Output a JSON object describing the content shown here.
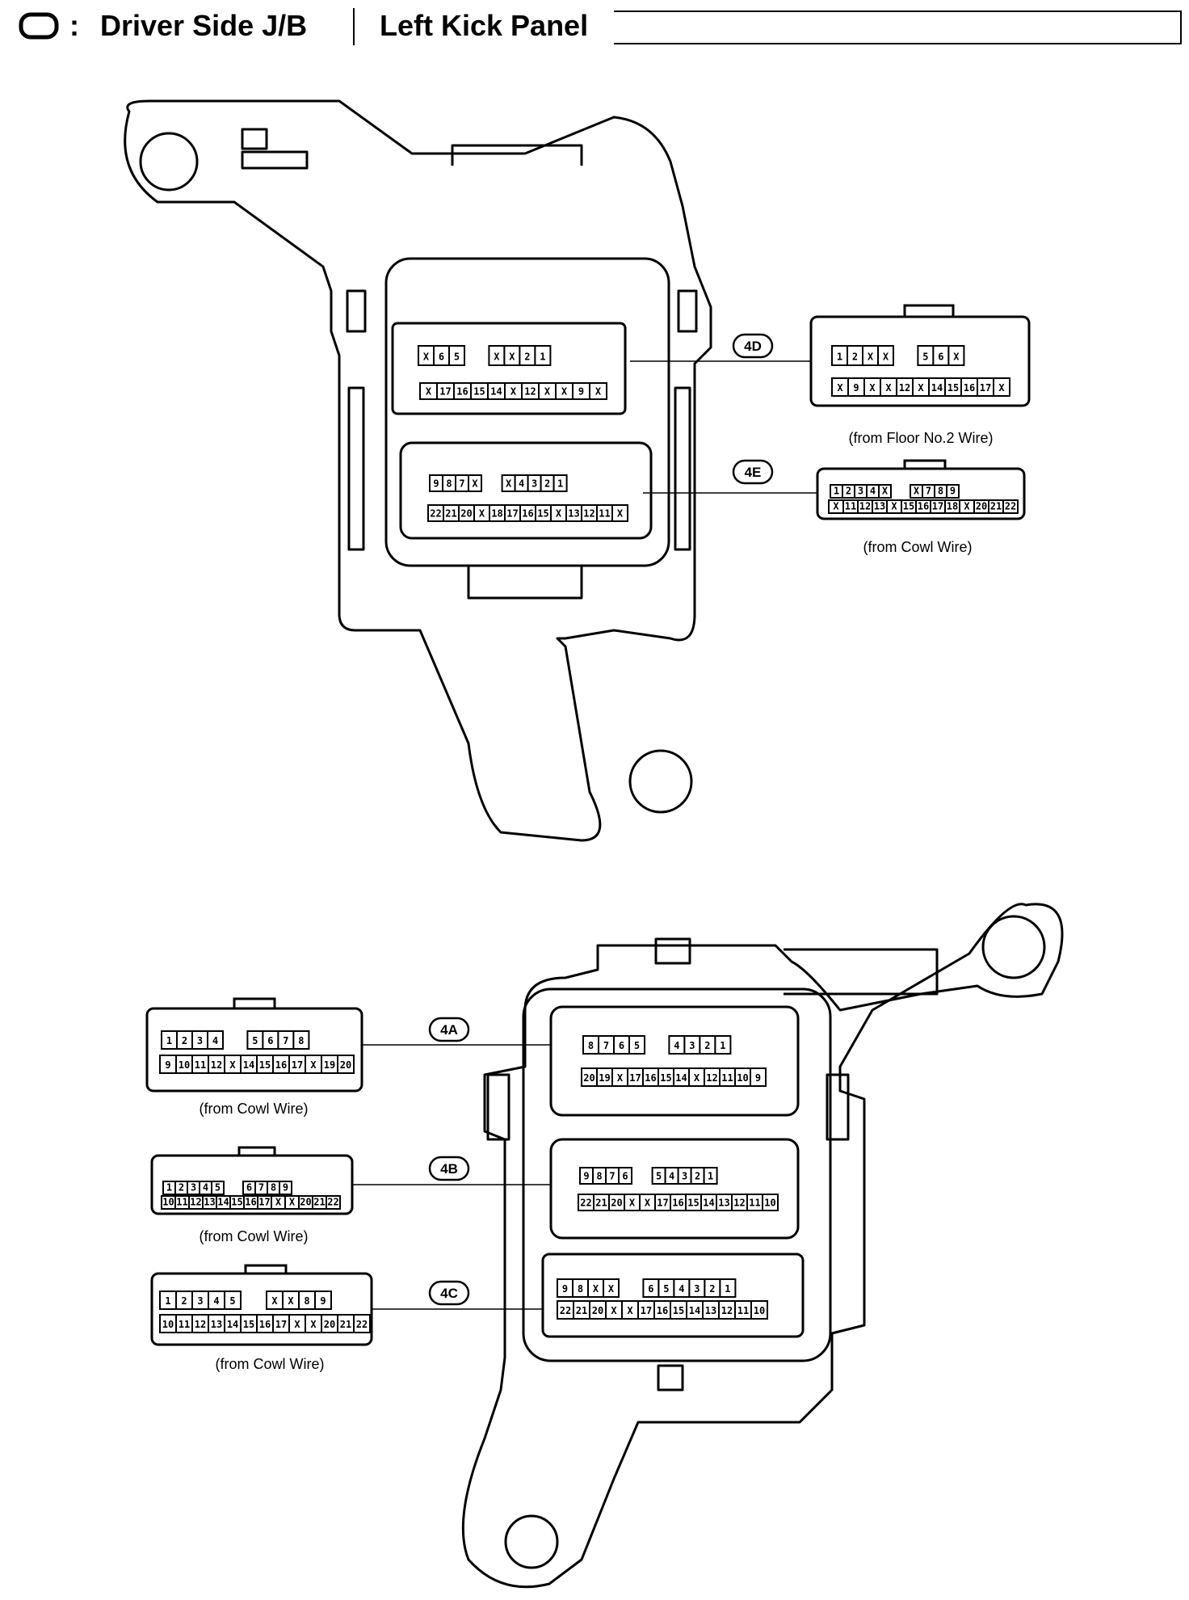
{
  "header": {
    "colon": ":",
    "title": "Driver Side J/B",
    "location": "Left Kick Panel"
  },
  "connectors": {
    "4D": {
      "label": "4D",
      "source": "(from Floor No.2 Wire)",
      "jb_top": [
        "X",
        "6",
        "5",
        "",
        "X",
        "X",
        "2",
        "1"
      ],
      "jb_bottom": [
        "X",
        "17",
        "16",
        "15",
        "14",
        "X",
        "12",
        "X",
        "X",
        "9",
        "X"
      ],
      "ext_top": [
        "1",
        "2",
        "X",
        "X",
        "",
        "5",
        "6",
        "X"
      ],
      "ext_bottom": [
        "X",
        "9",
        "X",
        "X",
        "12",
        "X",
        "14",
        "15",
        "16",
        "17",
        "X"
      ]
    },
    "4E": {
      "label": "4E",
      "source": "(from Cowl Wire)",
      "jb_top": [
        "9",
        "8",
        "7",
        "X",
        "",
        "X",
        "4",
        "3",
        "2",
        "1"
      ],
      "jb_bottom": [
        "22",
        "21",
        "20",
        "X",
        "18",
        "17",
        "16",
        "15",
        "X",
        "13",
        "12",
        "11",
        "X"
      ],
      "ext_top": [
        "1",
        "2",
        "3",
        "4",
        "X",
        "",
        "X",
        "7",
        "8",
        "9"
      ],
      "ext_bottom": [
        "X",
        "11",
        "12",
        "13",
        "X",
        "15",
        "16",
        "17",
        "18",
        "X",
        "20",
        "21",
        "22"
      ]
    },
    "4A": {
      "label": "4A",
      "source": "(from Cowl Wire)",
      "jb_top": [
        "8",
        "7",
        "6",
        "5",
        "",
        "4",
        "3",
        "2",
        "1"
      ],
      "jb_bottom": [
        "20",
        "19",
        "X",
        "17",
        "16",
        "15",
        "14",
        "X",
        "12",
        "11",
        "10",
        "9"
      ],
      "ext_top": [
        "1",
        "2",
        "3",
        "4",
        "",
        "5",
        "6",
        "7",
        "8"
      ],
      "ext_bottom": [
        "9",
        "10",
        "11",
        "12",
        "X",
        "14",
        "15",
        "16",
        "17",
        "X",
        "19",
        "20"
      ]
    },
    "4B": {
      "label": "4B",
      "source": "(from Cowl Wire)",
      "jb_top": [
        "9",
        "8",
        "7",
        "6",
        "",
        "5",
        "4",
        "3",
        "2",
        "1"
      ],
      "jb_bottom": [
        "22",
        "21",
        "20",
        "X",
        "X",
        "17",
        "16",
        "15",
        "14",
        "13",
        "12",
        "11",
        "10"
      ],
      "ext_top": [
        "1",
        "2",
        "3",
        "4",
        "5",
        "",
        "6",
        "7",
        "8",
        "9"
      ],
      "ext_bottom": [
        "10",
        "11",
        "12",
        "13",
        "14",
        "15",
        "16",
        "17",
        "X",
        "X",
        "20",
        "21",
        "22"
      ]
    },
    "4C": {
      "label": "4C",
      "source": "(from Cowl Wire)",
      "jb_top": [
        "9",
        "8",
        "X",
        "X",
        "",
        "6",
        "5",
        "4",
        "3",
        "2",
        "1"
      ],
      "jb_bottom": [
        "22",
        "21",
        "20",
        "X",
        "X",
        "17",
        "16",
        "15",
        "14",
        "13",
        "12",
        "11",
        "10"
      ],
      "ext_top": [
        "1",
        "2",
        "3",
        "4",
        "5",
        "",
        "X",
        "X",
        "8",
        "9"
      ],
      "ext_bottom": [
        "10",
        "11",
        "12",
        "13",
        "14",
        "15",
        "16",
        "17",
        "X",
        "X",
        "20",
        "21",
        "22"
      ]
    }
  }
}
